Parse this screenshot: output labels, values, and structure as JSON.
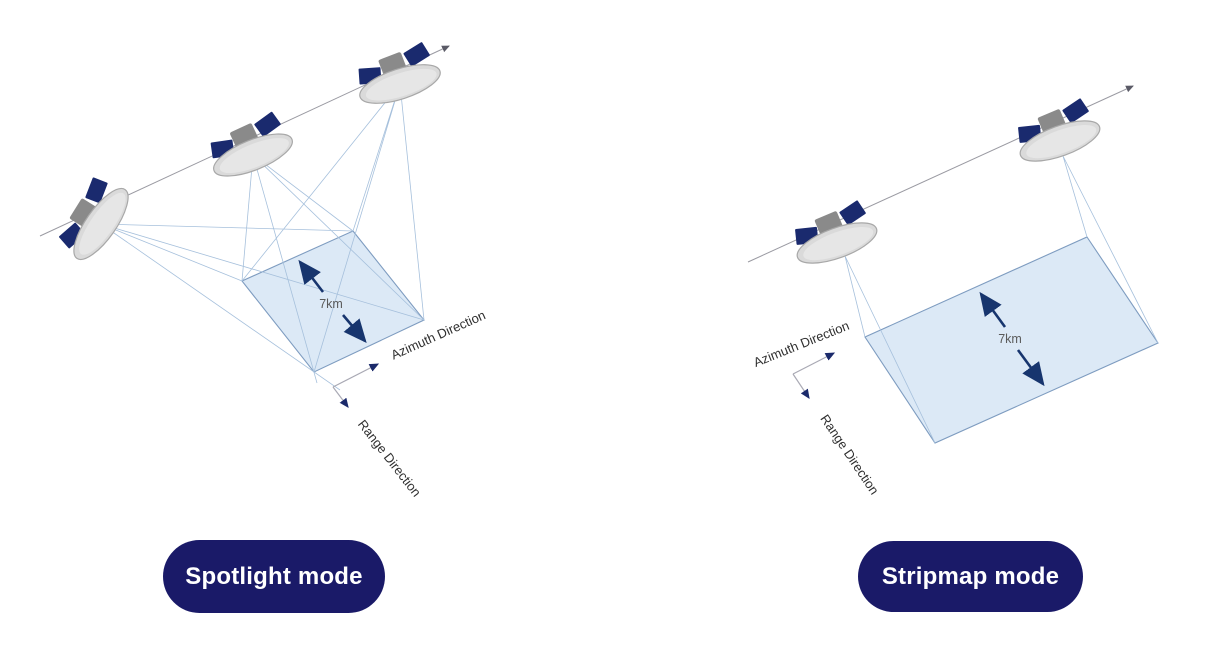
{
  "spotlight": {
    "button_label": "Spotlight mode",
    "azimuth_label": "Azimuth Direction",
    "range_label": "Range Direction",
    "swath_width_label": "7km",
    "satellite_count": 3
  },
  "stripmap": {
    "button_label": "Stripmap mode",
    "azimuth_label": "Azimuth Direction",
    "range_label": "Range Direction",
    "swath_width_label": "7km",
    "satellite_count": 2
  },
  "icons": {
    "satellite": "satellite-icon",
    "trajectory_arrow": "arrow-icon"
  },
  "colors": {
    "button_background": "#1a1a68",
    "button_text": "#ffffff",
    "imaged_area_fill": "#dce9f6",
    "imaged_area_stroke": "#7e9cc0",
    "solar_panel_navy": "#1a2a6e",
    "satellite_dish_gray": "#dadada",
    "satellite_bus_gray": "#8a8a8a",
    "beam_blue": "#a6c0dc",
    "measure_arrow_navy": "#17356e",
    "trajectory_gray": "#9a9aa2",
    "label_text": "#2f2f2f",
    "background": "#ffffff"
  }
}
